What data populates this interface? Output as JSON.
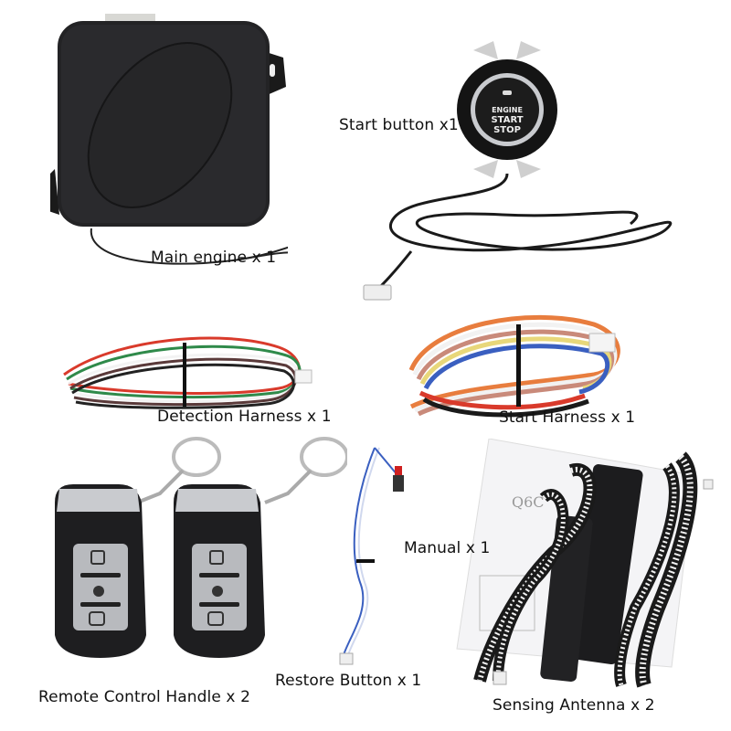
{
  "labels": {
    "main_engine": "Main engine x 1",
    "start_button": "Start button x1",
    "detection_harness": "Detection Harness x 1",
    "start_harness": "Start Harness x 1",
    "manual": "Manual x 1",
    "remote_control": "Remote Control Handle x 2",
    "restore_button": "Restore Button x 1",
    "sensing_antenna": "Sensing Antenna x 2"
  },
  "start_button_face": {
    "line1": "ENGINE",
    "line2": "START",
    "line3": "STOP"
  },
  "manual_cover": {
    "text": "Q6C"
  },
  "colors": {
    "background": "#ffffff",
    "device_black": "#1e1e20",
    "chrome": "#c9cbcf",
    "wire_red": "#d93a2b",
    "wire_green": "#2f8a4a",
    "wire_white": "#f2f2f2",
    "wire_brown": "#5a3a3a",
    "wire_blue": "#3a5fc0",
    "wire_yellow": "#e8d77a",
    "wire_orange": "#e87d3e"
  }
}
